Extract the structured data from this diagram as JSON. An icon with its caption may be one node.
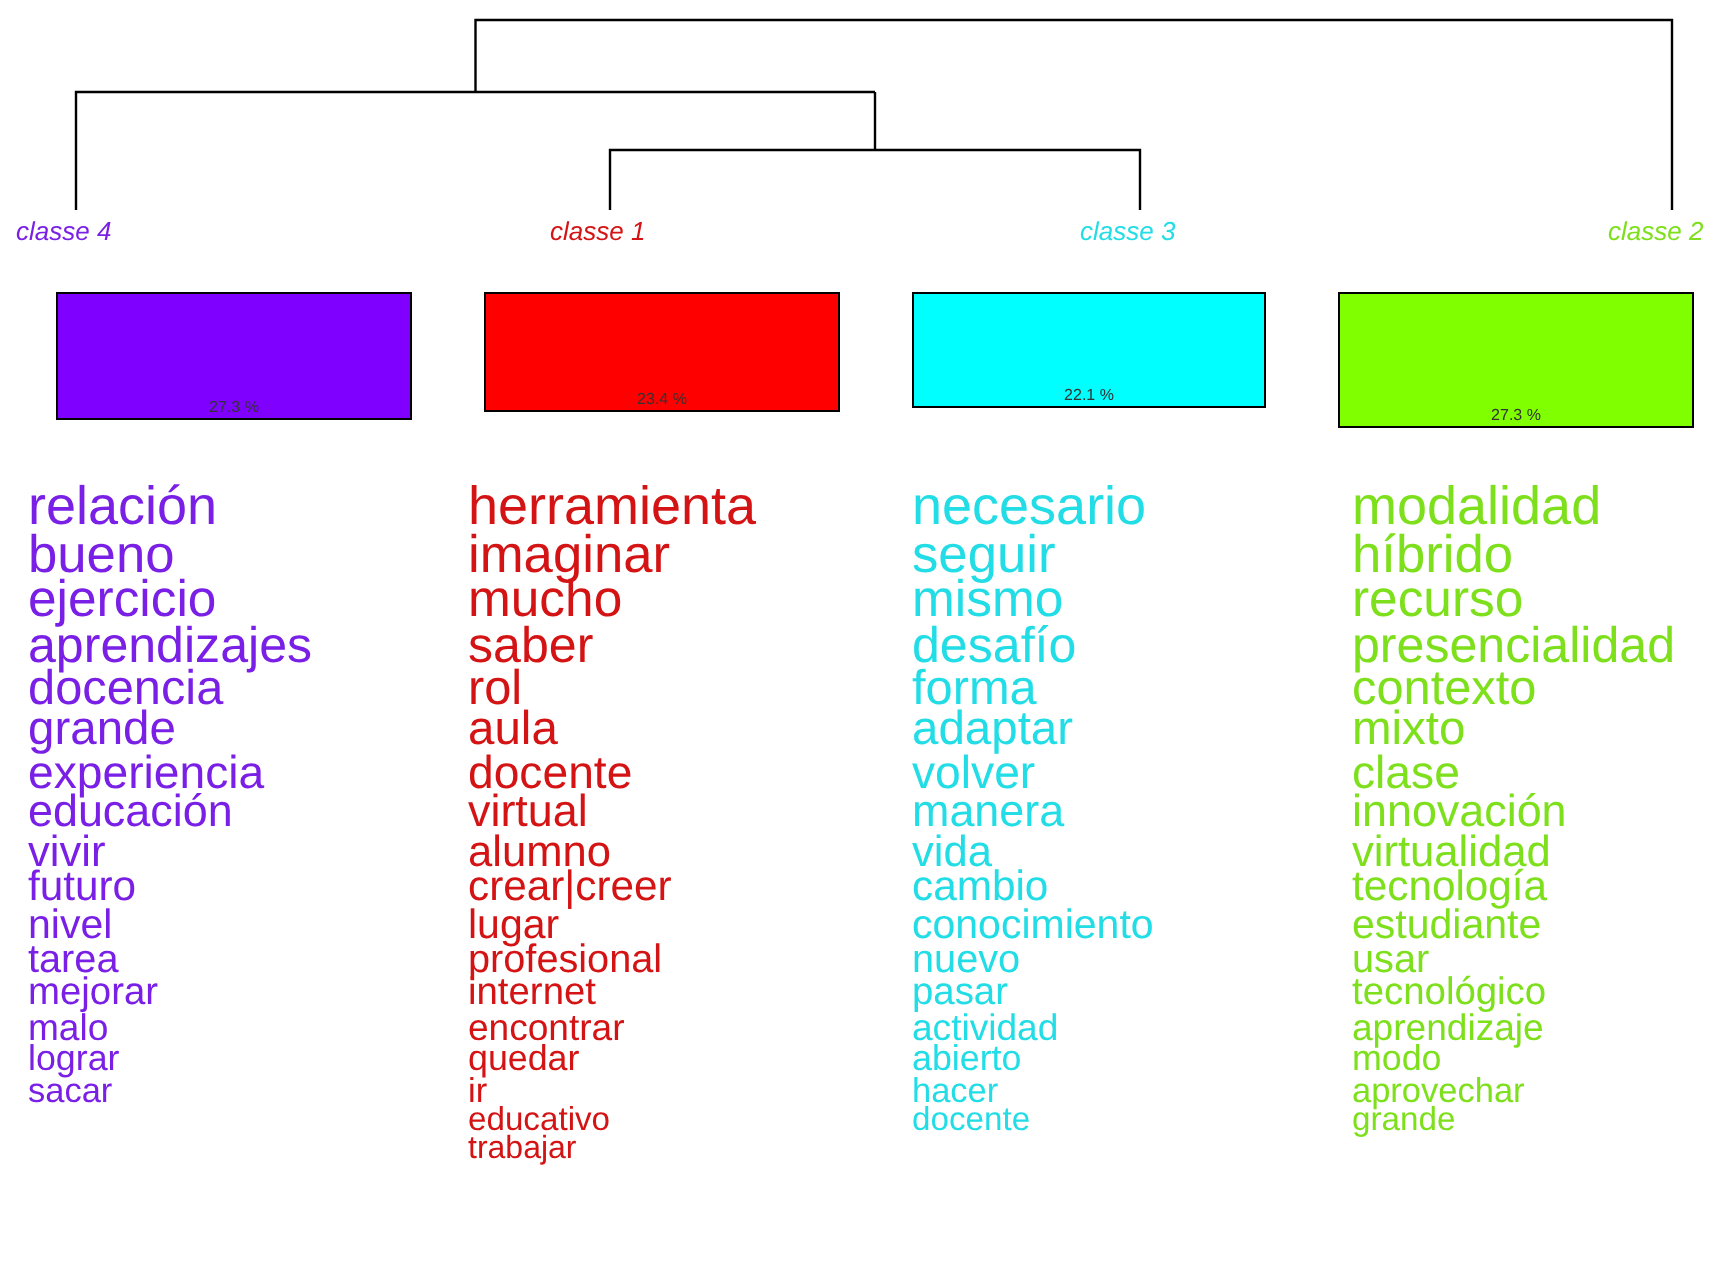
{
  "diagram": {
    "nodes": [
      {
        "text": [
          "classe 4",
          "27.3 %"
        ],
        "beside": [
          "relación",
          "bueno",
          "ejercicio",
          "aprendizajes",
          "docencia",
          "grande",
          "experiencia",
          "educación",
          "vivir",
          "futuro",
          "nivel",
          "tarea",
          "mejorar",
          "malo",
          "lograr",
          "sacar"
        ]
      },
      {
        "text": [
          "classe 1",
          "23.4 %"
        ],
        "beside": [
          "herramienta",
          "imaginar",
          "mucho",
          "saber",
          "rol",
          "aula",
          "docente",
          "virtual",
          "alumno",
          "crear|creer",
          "lugar",
          "profesional",
          "internet",
          "encontrar",
          "quedar",
          "ir",
          "educativo",
          "trabajar"
        ]
      },
      {
        "text": [
          "classe 3",
          "22.1 %"
        ],
        "beside": [
          "necesario",
          "seguir",
          "mismo",
          "desafío",
          "forma",
          "adaptar",
          "volver",
          "manera",
          "vida",
          "cambio",
          "conocimiento",
          "nuevo",
          "pasar",
          "actividad",
          "abierto",
          "hacer",
          "docente"
        ]
      },
      {
        "text": [
          "classe 2",
          "27.3 %"
        ],
        "beside": [
          "modalidad",
          "híbrido",
          "recurso",
          "presencialidad",
          "contexto",
          "mixto",
          "clase",
          "innovación",
          "virtualidad",
          "tecnología",
          "estudiante",
          "usar",
          "tecnológico",
          "aprendizaje",
          "modo",
          "aprovechar",
          "grande"
        ]
      }
    ]
  }
}
